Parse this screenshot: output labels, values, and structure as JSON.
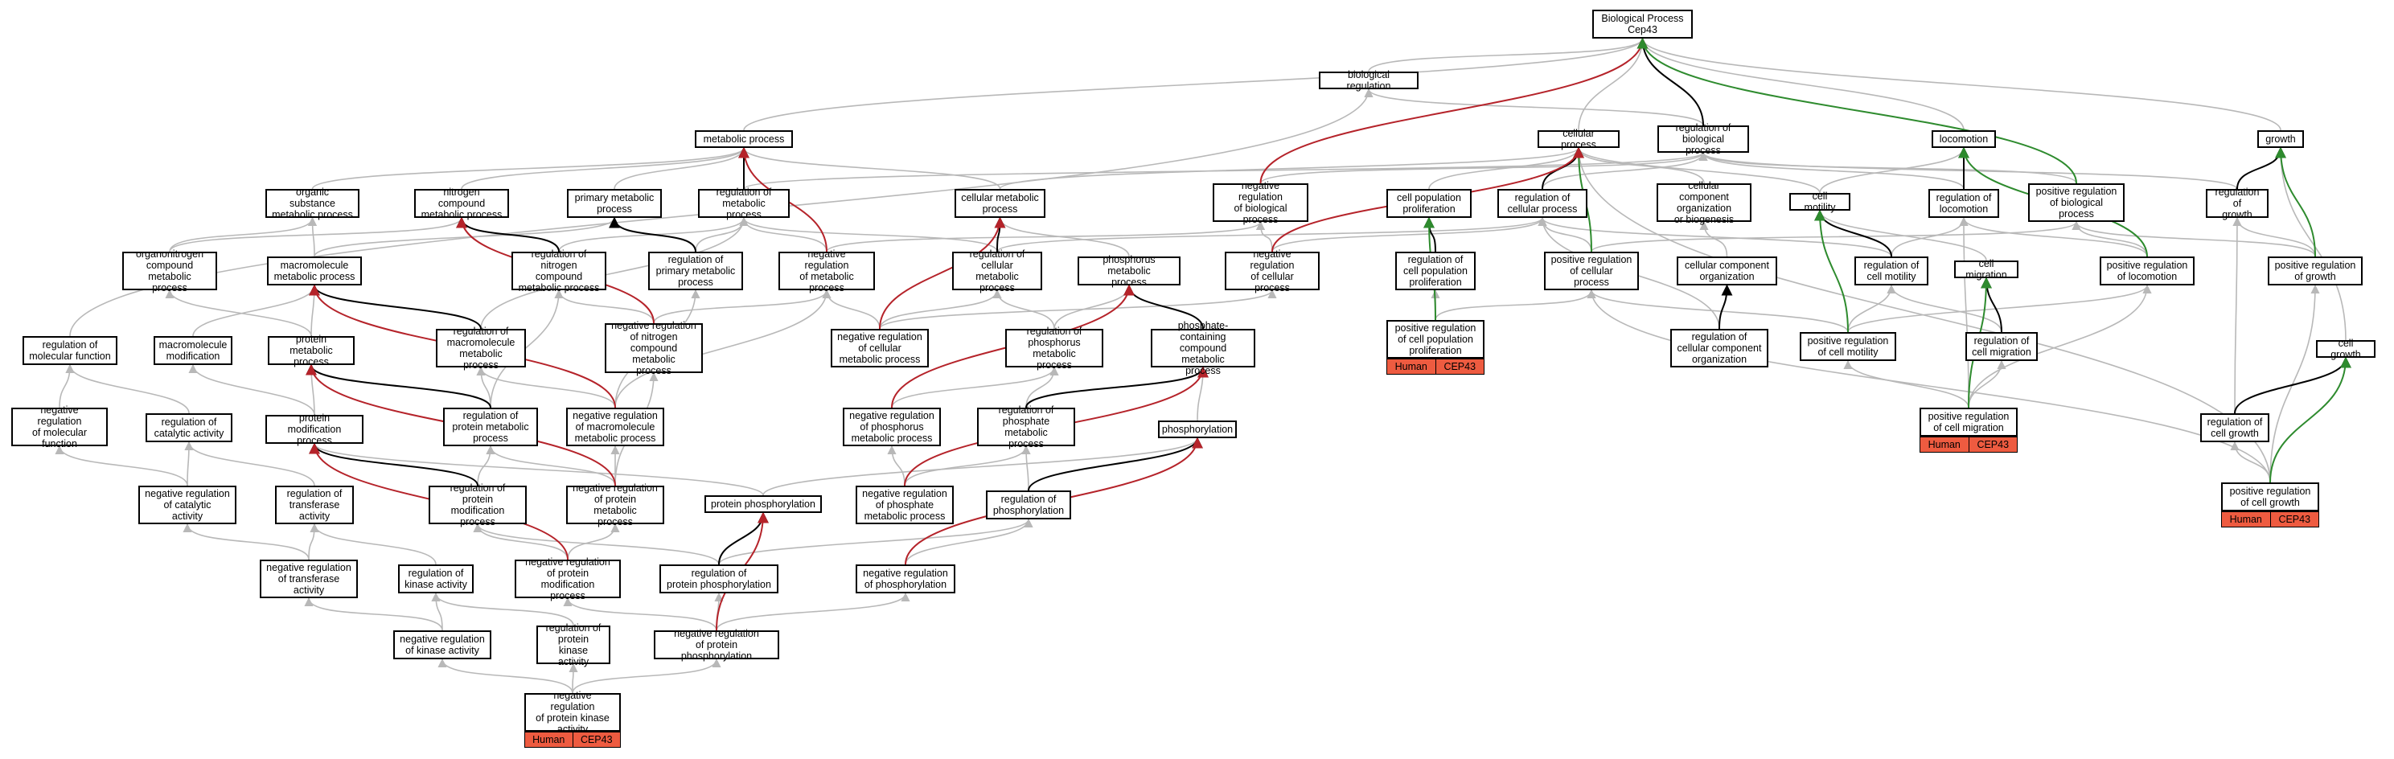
{
  "colors": {
    "gray": "#b8b8b8",
    "black": "#000000",
    "red": "#b5232a",
    "green": "#2e8b2e",
    "badge": "#ee5b40"
  },
  "nodes": [
    {
      "id": "bp",
      "label": "Biological Process\nCep43"
    },
    {
      "id": "biolreg",
      "label": "biological regulation"
    },
    {
      "id": "metab",
      "label": "metabolic process"
    },
    {
      "id": "cellproc",
      "label": "cellular process"
    },
    {
      "id": "regbio",
      "label": "regulation of\nbiological process"
    },
    {
      "id": "locom",
      "label": "locomotion"
    },
    {
      "id": "growth",
      "label": "growth"
    },
    {
      "id": "orgsub",
      "label": "organic substance\nmetabolic process"
    },
    {
      "id": "nitro",
      "label": "nitrogen compound\nmetabolic process"
    },
    {
      "id": "primary",
      "label": "primary metabolic\nprocess"
    },
    {
      "id": "regmetab",
      "label": "regulation of\nmetabolic process"
    },
    {
      "id": "cellmetab",
      "label": "cellular metabolic\nprocess"
    },
    {
      "id": "negregbio",
      "label": "negative regulation\nof biological\nprocess"
    },
    {
      "id": "cellpop",
      "label": "cell population\nproliferation"
    },
    {
      "id": "regcellproc",
      "label": "regulation of\ncellular process"
    },
    {
      "id": "ccorg",
      "label": "cellular component\norganization\nor biogenesis"
    },
    {
      "id": "cellmot",
      "label": "cell motility"
    },
    {
      "id": "regloc",
      "label": "regulation of\nlocomotion"
    },
    {
      "id": "posregbio",
      "label": "positive regulation\nof biological\nprocess"
    },
    {
      "id": "reggrowth",
      "label": "regulation of\ngrowth"
    },
    {
      "id": "organonitro",
      "label": "organonitrogen\ncompound metabolic\nprocess"
    },
    {
      "id": "macromol",
      "label": "macromolecule\nmetabolic process"
    },
    {
      "id": "regnitro",
      "label": "regulation of\nnitrogen compound\nmetabolic process"
    },
    {
      "id": "regprimary",
      "label": "regulation of\nprimary metabolic\nprocess"
    },
    {
      "id": "negregmetab",
      "label": "negative regulation\nof metabolic\nprocess"
    },
    {
      "id": "regcellmetab",
      "label": "regulation of\ncellular metabolic\nprocess"
    },
    {
      "id": "phosmetab",
      "label": "phosphorus metabolic\nprocess"
    },
    {
      "id": "negregcellproc",
      "label": "negative regulation\nof cellular\nprocess"
    },
    {
      "id": "regcellpop",
      "label": "regulation of\ncell population\nproliferation"
    },
    {
      "id": "posregcellproc",
      "label": "positive regulation\nof cellular\nprocess"
    },
    {
      "id": "cccomporg",
      "label": "cellular component\norganization"
    },
    {
      "id": "regcellmot",
      "label": "regulation of\ncell motility"
    },
    {
      "id": "cellmig",
      "label": "cell migration"
    },
    {
      "id": "posregloc",
      "label": "positive regulation\nof locomotion"
    },
    {
      "id": "posreggrowth",
      "label": "positive regulation\nof growth"
    },
    {
      "id": "regmolfunc",
      "label": "regulation of\nmolecular function"
    },
    {
      "id": "macromod",
      "label": "macromolecule\nmodification"
    },
    {
      "id": "protmetab",
      "label": "protein metabolic\nprocess"
    },
    {
      "id": "regmacro",
      "label": "regulation of\nmacromolecule\nmetabolic process"
    },
    {
      "id": "negregnitro",
      "label": "negative regulation\nof nitrogen\ncompound metabolic\nprocess"
    },
    {
      "id": "negregcellmetab",
      "label": "negative regulation\nof cellular\nmetabolic process"
    },
    {
      "id": "regphosmetab",
      "label": "regulation of\nphosphorus metabolic\nprocess"
    },
    {
      "id": "phoscont",
      "label": "phosphate-containing\ncompound metabolic\nprocess"
    },
    {
      "id": "posregcellpop",
      "label": "positive regulation\nof cell population\nproliferation",
      "badges": [
        "Human",
        "CEP43"
      ]
    },
    {
      "id": "regccorg",
      "label": "regulation of\ncellular component\norganization"
    },
    {
      "id": "posregcellmot",
      "label": "positive regulation\nof cell motility"
    },
    {
      "id": "regcellmig",
      "label": "regulation of\ncell migration"
    },
    {
      "id": "cellgrowth",
      "label": "cell growth"
    },
    {
      "id": "negregmolfunc",
      "label": "negative regulation\nof molecular\nfunction"
    },
    {
      "id": "regcatal",
      "label": "regulation of\ncatalytic activity"
    },
    {
      "id": "protmod",
      "label": "protein modification\nprocess"
    },
    {
      "id": "regprotmetab",
      "label": "regulation of\nprotein metabolic\nprocess"
    },
    {
      "id": "negregmacro",
      "label": "negative regulation\nof macromolecule\nmetabolic process"
    },
    {
      "id": "negregphosmetab",
      "label": "negative regulation\nof phosphorus\nmetabolic process"
    },
    {
      "id": "regphosphatemetab",
      "label": "regulation of\nphosphate metabolic\nprocess"
    },
    {
      "id": "phosphorylation",
      "label": "phosphorylation"
    },
    {
      "id": "posregcellmig",
      "label": "positive regulation\nof cell migration",
      "badges": [
        "Human",
        "CEP43"
      ]
    },
    {
      "id": "regcellgrowth",
      "label": "regulation of\ncell growth"
    },
    {
      "id": "negregcatal",
      "label": "negative regulation\nof catalytic\nactivity"
    },
    {
      "id": "regtransf",
      "label": "regulation of\ntransferase\nactivity"
    },
    {
      "id": "regprotmod",
      "label": "regulation of\nprotein modification\nprocess"
    },
    {
      "id": "negregprotmetab",
      "label": "negative regulation\nof protein metabolic\nprocess"
    },
    {
      "id": "protphos",
      "label": "protein phosphorylation"
    },
    {
      "id": "negregphosphatemetab",
      "label": "negative regulation\nof phosphate\nmetabolic process"
    },
    {
      "id": "regphosphorylation",
      "label": "regulation of\nphosphorylation"
    },
    {
      "id": "posregcellgrowth",
      "label": "positive regulation\nof cell growth",
      "badges": [
        "Human",
        "CEP43"
      ]
    },
    {
      "id": "negregtransf",
      "label": "negative regulation\nof transferase\nactivity"
    },
    {
      "id": "regkinase",
      "label": "regulation of\nkinase activity"
    },
    {
      "id": "negregprotmod",
      "label": "negative regulation\nof protein modification\nprocess"
    },
    {
      "id": "regprotphos",
      "label": "regulation of\nprotein phosphorylation"
    },
    {
      "id": "negregphosphorylation",
      "label": "negative regulation\nof phosphorylation"
    },
    {
      "id": "negregkinase",
      "label": "negative regulation\nof kinase activity"
    },
    {
      "id": "regprotkinase",
      "label": "regulation of\nprotein kinase\nactivity"
    },
    {
      "id": "negregprotphos",
      "label": "negative regulation\nof protein phosphorylation"
    },
    {
      "id": "negregprotkinase",
      "label": "negative regulation\nof protein kinase\nactivity",
      "badges": [
        "Human",
        "CEP43"
      ]
    }
  ]
}
